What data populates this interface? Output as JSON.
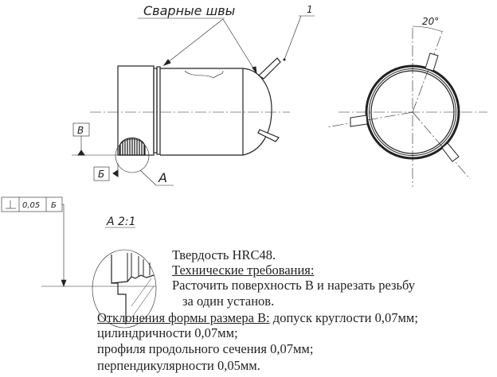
{
  "drawing": {
    "weld_label": "Сварные швы",
    "position_label": "1",
    "angle_label": "20°",
    "datum_v": "В",
    "datum_b": "Б",
    "detail_label": "А",
    "detail_view_title": "А 2:1",
    "tolerance_frame": {
      "symbol": "⊥",
      "value": "0,05",
      "datum": "Б"
    }
  },
  "notes": {
    "hardness": "Твердость HRC48.",
    "tech_req_title": "Технические требования:",
    "req_line1": "Расточить поверхность В и нарезать резьбу",
    "req_line2": "за один установ.",
    "deviation_title": "Отклонения формы размера В:",
    "deviation_rest": " допуск круглости 0,07мм;",
    "line_cyl": "цилиндричности 0,07мм;",
    "line_profile": "профиля продольного сечения 0,07мм;",
    "line_perp": "перпендикулярности 0,05мм."
  }
}
